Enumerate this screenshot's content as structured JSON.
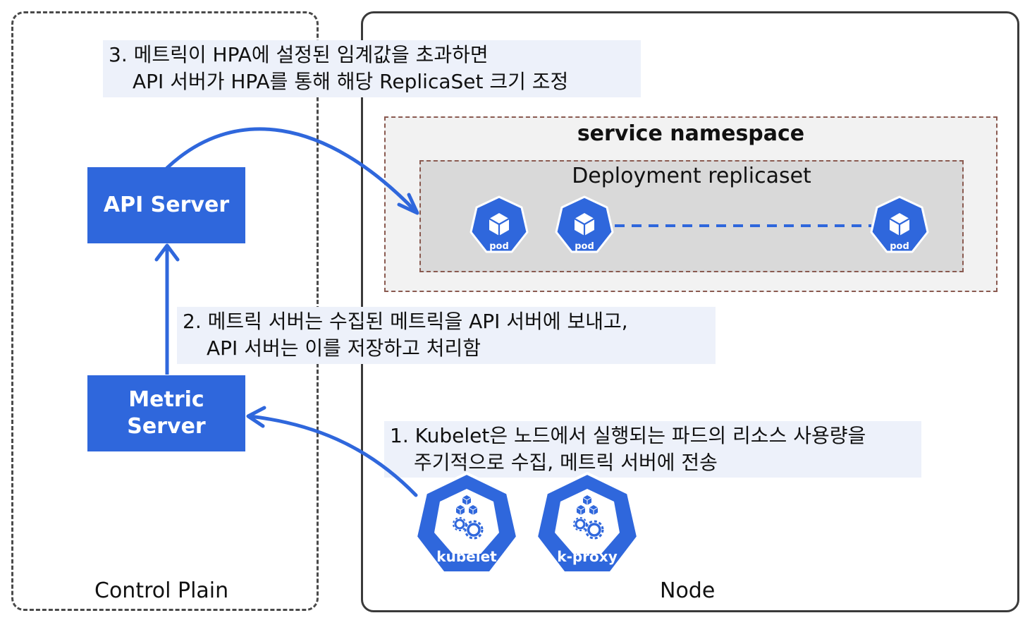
{
  "regions": {
    "control_plane_label": "Control Plain",
    "node_label": "Node"
  },
  "namespace": {
    "title": "service namespace",
    "replicaset_title": "Deployment replicaset",
    "pods": [
      {
        "label": "pod"
      },
      {
        "label": "pod"
      },
      {
        "label": "pod"
      }
    ]
  },
  "components": {
    "api_server": "API Server",
    "metric_server": {
      "line1": "Metric",
      "line2": "Server"
    },
    "kubelet": "kubelet",
    "kproxy": "k-proxy"
  },
  "notes": {
    "step1": {
      "line1": "1. Kubelet은 노드에서 실행되는 파드의 리소스 사용량을",
      "line2": "주기적으로 수집, 메트릭 서버에 전송"
    },
    "step2": {
      "line1": "2. 메트릭 서버는 수집된 메트릭을 API 서버에 보내고,",
      "line2": "API 서버는 이를 저장하고 처리함"
    },
    "step3": {
      "line1": "3. 메트릭이 HPA에 설정된 임계값을 초과하면",
      "line2": "API 서버가 HPA를 통해 해당 ReplicaSet 크기 조정"
    }
  },
  "colors": {
    "accent": "#2f67dc",
    "note_bg": "#edf1fa",
    "namespace_bg": "#f2f2f2",
    "replicaset_bg": "#d9d9d9"
  }
}
